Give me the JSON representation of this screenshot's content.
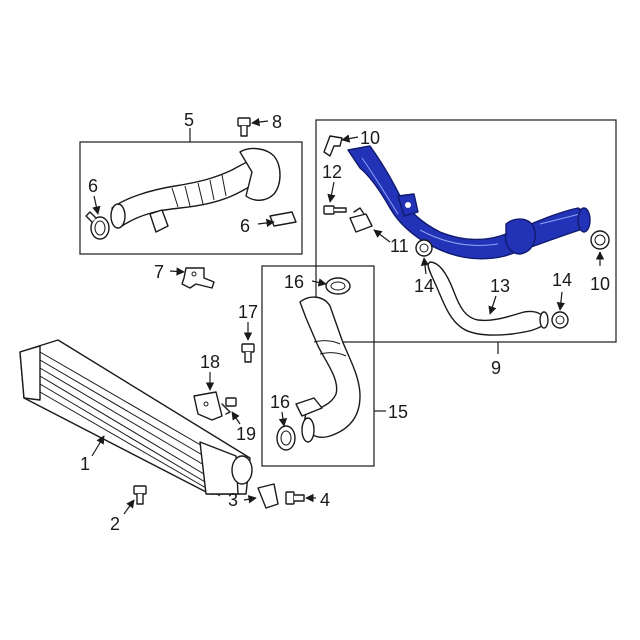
{
  "highlight_color": "#2233b8",
  "callouts": {
    "c1": "1",
    "c2": "2",
    "c3": "3",
    "c4": "4",
    "c5": "5",
    "c6a": "6",
    "c6b": "6",
    "c7": "7",
    "c8": "8",
    "c9": "9",
    "c10a": "10",
    "c10b": "10",
    "c11": "11",
    "c12": "12",
    "c13": "13",
    "c14a": "14",
    "c14b": "14",
    "c15": "15",
    "c16a": "16",
    "c16b": "16",
    "c17": "17",
    "c18": "18",
    "c19": "19"
  }
}
